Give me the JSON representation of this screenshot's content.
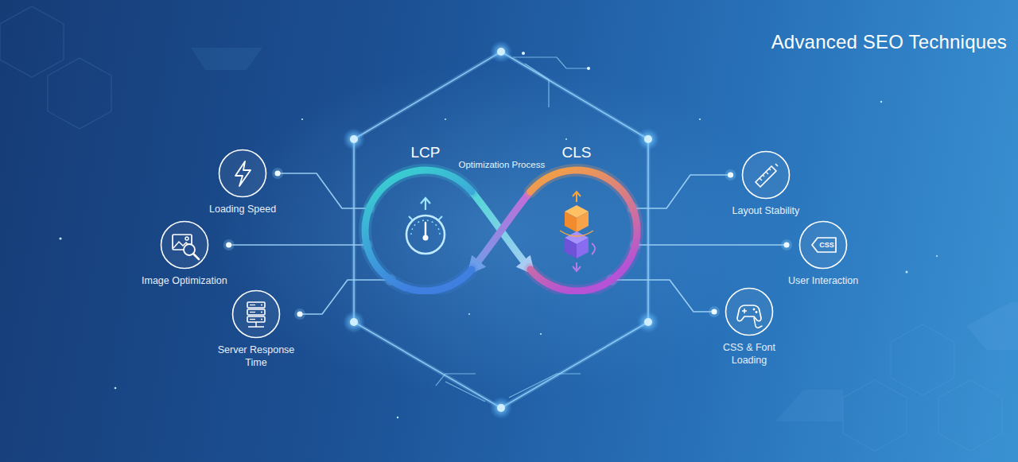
{
  "diagram": {
    "title": "Advanced SEO Techniques",
    "nodes": [
      {
        "text": [
          "LCP"
        ]
      },
      {
        "text": [
          "CLS"
        ]
      },
      {
        "text": [
          "Loading Speed"
        ]
      },
      {
        "text": [
          "Image Optimization"
        ]
      },
      {
        "text": [
          "Server Response Time"
        ]
      },
      {
        "text": [
          "Layout Stability"
        ]
      },
      {
        "text": [
          "CSS",
          "User Interaction"
        ]
      },
      {
        "text": [
          "CSS & Font Loading"
        ]
      }
    ],
    "edges": [
      {
        "from": 0,
        "to": 1,
        "arrow": "to"
      },
      {
        "from": 1,
        "to": 0,
        "arrow": "to"
      },
      {
        "from": 2,
        "to": 0,
        "arrow": "none"
      },
      {
        "from": 3,
        "to": 0,
        "arrow": "none"
      },
      {
        "from": 4,
        "to": 0,
        "arrow": "none"
      },
      {
        "from": 1,
        "to": 5,
        "arrow": "none"
      },
      {
        "from": 1,
        "to": 6,
        "arrow": "none"
      },
      {
        "from": 1,
        "to": 7,
        "arrow": "none"
      }
    ],
    "labels": [
      "Optimization Process"
    ]
  }
}
